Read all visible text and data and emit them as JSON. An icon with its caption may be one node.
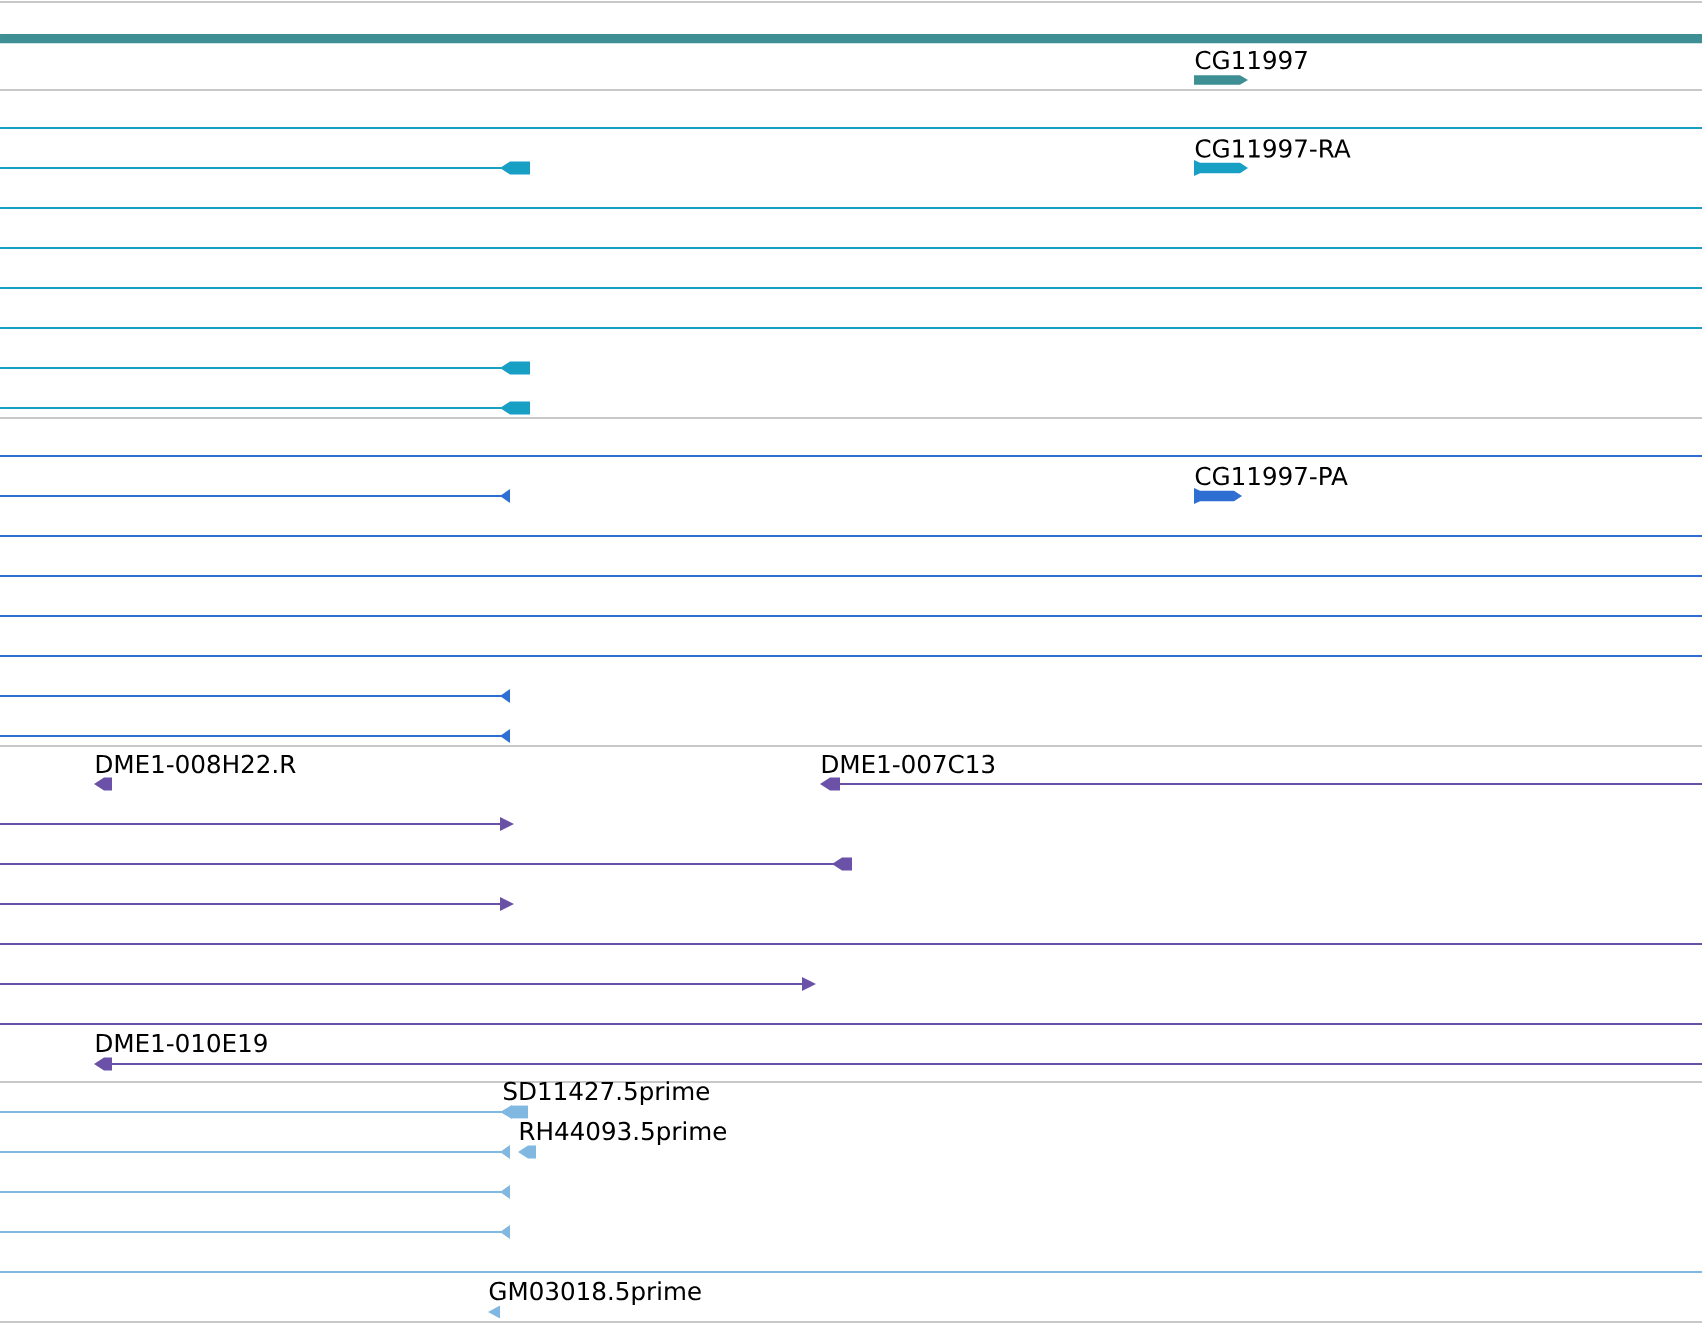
{
  "diagram": {
    "labels": [
      "CG11997",
      "CG11997-RA",
      "CG11997-PA",
      "DME1-008H22.R",
      "DME1-007C13",
      "DME1-010E19",
      "SD11427.5prime",
      "RH44093.5prime",
      "GM03018.5prime"
    ]
  }
}
